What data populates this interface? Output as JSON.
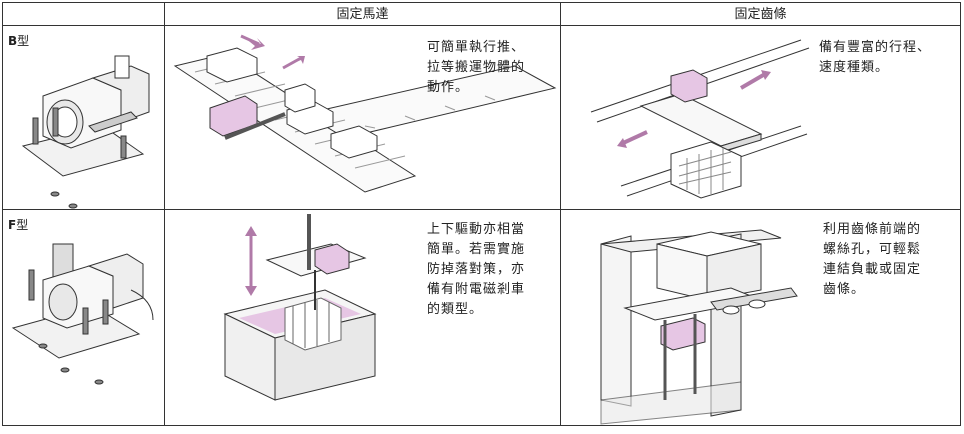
{
  "header": {
    "col_fixed_motor": "固定馬達",
    "col_fixed_rack": "固定齒條"
  },
  "rows": [
    {
      "type_letter": "B",
      "type_suffix": "型",
      "fixed_motor_text": "可簡單執行推、\n拉等搬運物體的\n動作。",
      "fixed_rack_text": "備有豐富的行程、\n速度種類。"
    },
    {
      "type_letter": "F",
      "type_suffix": "型",
      "fixed_motor_text": "上下驅動亦相當\n簡單。若需實施\n防掉落對策，亦\n備有附電磁剎車\n的類型。",
      "fixed_rack_text": "利用齒條前端的\n螺絲孔，可輕鬆\n連結負載或固定\n齒條。"
    }
  ],
  "colors": {
    "accent_pink": "#b07aa8",
    "part_pink": "#e6c6e4",
    "line": "#333333"
  }
}
